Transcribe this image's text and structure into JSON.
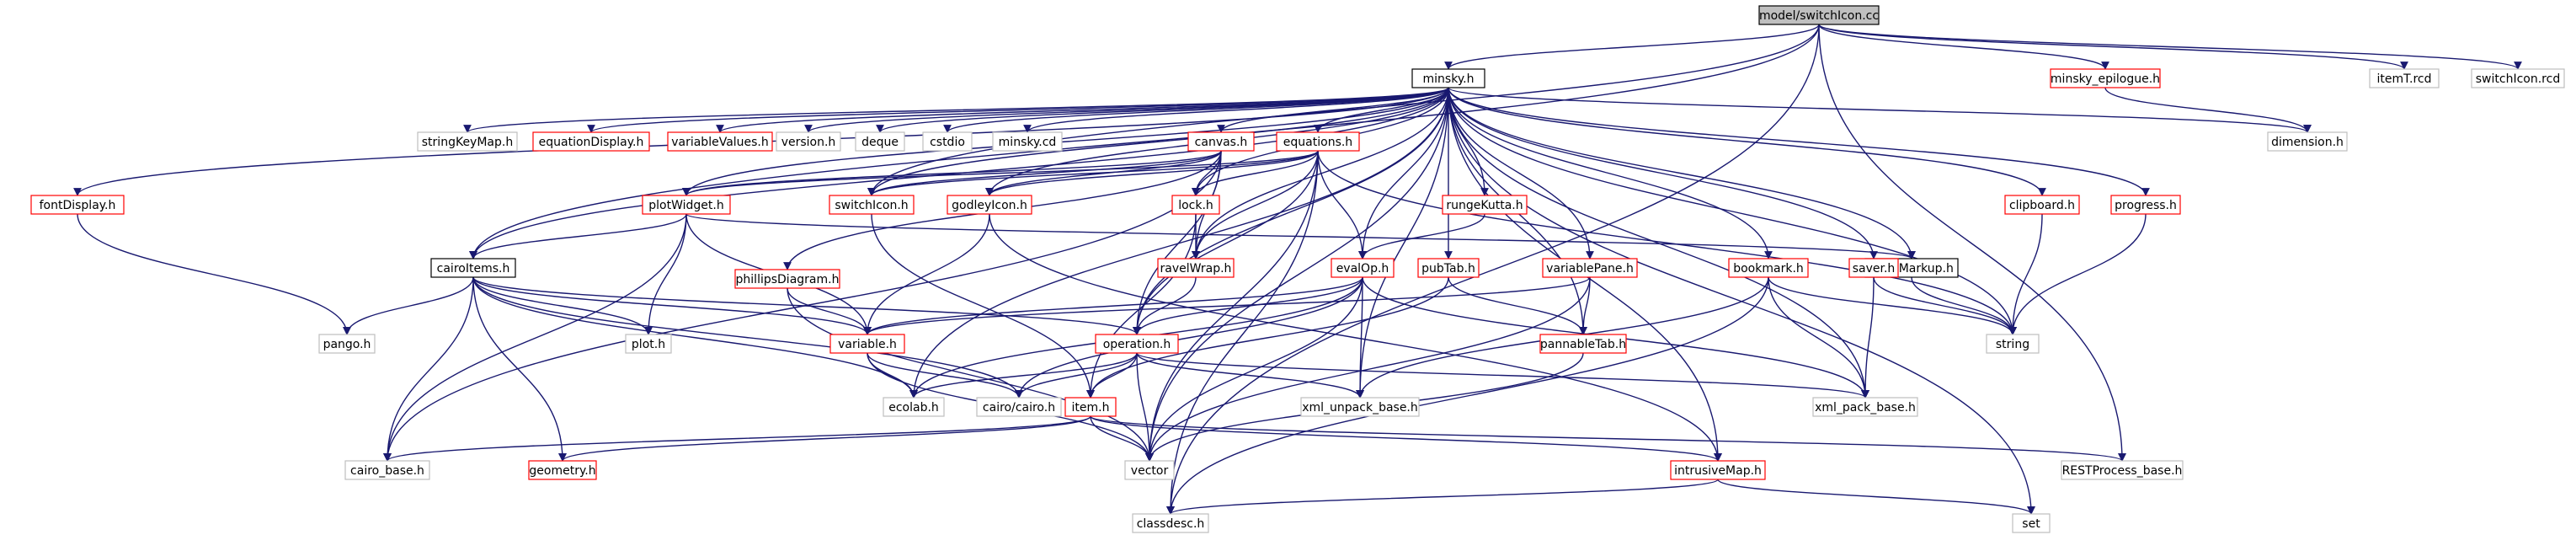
{
  "colors": {
    "edge": "#191970",
    "edge_gray": "#9a9a9a",
    "focus_fill": "#bfbfbf",
    "focus_border": "#000000",
    "documented_border": "#ff0000",
    "undocumented_border": "#bfbfbf"
  },
  "nodes": [
    {
      "id": "switchicon_cc",
      "label": "model/switchIcon.cc",
      "style": "focus"
    },
    {
      "id": "minsky_h",
      "label": "minsky.h",
      "style": "black"
    },
    {
      "id": "minsky_epilogue_h",
      "label": "minsky_epilogue.h",
      "style": "red"
    },
    {
      "id": "itemT_rcd",
      "label": "itemT.rcd",
      "style": "gray"
    },
    {
      "id": "switchicon_rcd",
      "label": "switchIcon.rcd",
      "style": "gray"
    },
    {
      "id": "stringkeymap_h",
      "label": "stringKeyMap.h",
      "style": "gray"
    },
    {
      "id": "equationdisplay_h",
      "label": "equationDisplay.h",
      "style": "red"
    },
    {
      "id": "variablevalues_h",
      "label": "variableValues.h",
      "style": "red"
    },
    {
      "id": "version_h",
      "label": "version.h",
      "style": "gray"
    },
    {
      "id": "deque",
      "label": "deque",
      "style": "gray"
    },
    {
      "id": "cstdio",
      "label": "cstdio",
      "style": "gray"
    },
    {
      "id": "minsky_cd",
      "label": "minsky.cd",
      "style": "gray"
    },
    {
      "id": "canvas_h",
      "label": "canvas.h",
      "style": "red"
    },
    {
      "id": "equations_h",
      "label": "equations.h",
      "style": "red"
    },
    {
      "id": "dimension_h",
      "label": "dimension.h",
      "style": "gray"
    },
    {
      "id": "fontdisplay_h",
      "label": "fontDisplay.h",
      "style": "red"
    },
    {
      "id": "plotwidget_h",
      "label": "plotWidget.h",
      "style": "red"
    },
    {
      "id": "switchicon_h",
      "label": "switchIcon.h",
      "style": "red"
    },
    {
      "id": "godleyicon_h",
      "label": "godleyIcon.h",
      "style": "red"
    },
    {
      "id": "lock_h",
      "label": "lock.h",
      "style": "red"
    },
    {
      "id": "rungekutta_h",
      "label": "rungeKutta.h",
      "style": "red"
    },
    {
      "id": "clipboard_h",
      "label": "clipboard.h",
      "style": "red"
    },
    {
      "id": "progress_h",
      "label": "progress.h",
      "style": "red"
    },
    {
      "id": "cairoitems_h",
      "label": "cairoItems.h",
      "style": "black"
    },
    {
      "id": "phillipsdiagram_h",
      "label": "phillipsDiagram.h",
      "style": "red"
    },
    {
      "id": "ravelwrap_h",
      "label": "ravelWrap.h",
      "style": "red"
    },
    {
      "id": "evalop_h",
      "label": "evalOp.h",
      "style": "red"
    },
    {
      "id": "pubtab_h",
      "label": "pubTab.h",
      "style": "red"
    },
    {
      "id": "variablepane_h",
      "label": "variablePane.h",
      "style": "red"
    },
    {
      "id": "latexmarkup_h",
      "label": "latexMarkup.h",
      "style": "black"
    },
    {
      "id": "bookmark_h",
      "label": "bookmark.h",
      "style": "red"
    },
    {
      "id": "saver_h",
      "label": "saver.h",
      "style": "red"
    },
    {
      "id": "pango_h",
      "label": "pango.h",
      "style": "gray"
    },
    {
      "id": "plot_h",
      "label": "plot.h",
      "style": "gray"
    },
    {
      "id": "variable_h",
      "label": "variable.h",
      "style": "red"
    },
    {
      "id": "operation_h",
      "label": "operation.h",
      "style": "red"
    },
    {
      "id": "panabletab_h",
      "label": "pannableTab.h",
      "style": "red"
    },
    {
      "id": "string",
      "label": "string",
      "style": "gray"
    },
    {
      "id": "ecolab_h",
      "label": "ecolab.h",
      "style": "gray"
    },
    {
      "id": "cairo_cairo_h",
      "label": "cairo/cairo.h",
      "style": "gray"
    },
    {
      "id": "xml_unpack_base_h",
      "label": "xml_unpack_base.h",
      "style": "gray"
    },
    {
      "id": "xml_pack_base_h",
      "label": "xml_pack_base.h",
      "style": "gray"
    },
    {
      "id": "item_h",
      "label": "item.h",
      "style": "red"
    },
    {
      "id": "cairo_base_h",
      "label": "cairo_base.h",
      "style": "gray"
    },
    {
      "id": "geometry_h",
      "label": "geometry.h",
      "style": "red"
    },
    {
      "id": "vector",
      "label": "vector",
      "style": "gray"
    },
    {
      "id": "restprocess_base_h",
      "label": "RESTProcess_base.h",
      "style": "gray"
    },
    {
      "id": "intrusivemap_h",
      "label": "intrusiveMap.h",
      "style": "red"
    },
    {
      "id": "classdesc_h",
      "label": "classdesc.h",
      "style": "gray"
    },
    {
      "id": "set",
      "label": "set",
      "style": "gray"
    }
  ],
  "edges": [
    [
      "switchicon_cc",
      "minsky_h"
    ],
    [
      "switchicon_cc",
      "minsky_epilogue_h"
    ],
    [
      "switchicon_cc",
      "itemT_rcd"
    ],
    [
      "switchicon_cc",
      "switchicon_rcd"
    ],
    [
      "switchicon_cc",
      "switchicon_h"
    ],
    [
      "switchicon_cc",
      "cairoitems_h"
    ],
    [
      "switchicon_cc",
      "classdesc_h"
    ],
    [
      "switchicon_cc",
      "restprocess_base_h"
    ],
    [
      "minsky_epilogue_h",
      "dimension_h"
    ],
    [
      "minsky_h",
      "stringkeymap_h"
    ],
    [
      "minsky_h",
      "equationdisplay_h"
    ],
    [
      "minsky_h",
      "variablevalues_h"
    ],
    [
      "minsky_h",
      "version_h"
    ],
    [
      "minsky_h",
      "deque"
    ],
    [
      "minsky_h",
      "cstdio"
    ],
    [
      "minsky_h",
      "minsky_cd"
    ],
    [
      "minsky_h",
      "canvas_h"
    ],
    [
      "minsky_h",
      "equations_h"
    ],
    [
      "minsky_h",
      "dimension_h"
    ],
    [
      "minsky_h",
      "fontdisplay_h"
    ],
    [
      "minsky_h",
      "plotwidget_h"
    ],
    [
      "minsky_h",
      "switchicon_h"
    ],
    [
      "minsky_h",
      "godleyicon_h"
    ],
    [
      "minsky_h",
      "lock_h"
    ],
    [
      "minsky_h",
      "rungekutta_h"
    ],
    [
      "minsky_h",
      "clipboard_h"
    ],
    [
      "minsky_h",
      "progress_h"
    ],
    [
      "minsky_h",
      "cairoitems_h"
    ],
    [
      "minsky_h",
      "ravelwrap_h"
    ],
    [
      "minsky_h",
      "evalop_h"
    ],
    [
      "minsky_h",
      "pubtab_h"
    ],
    [
      "minsky_h",
      "variablepane_h"
    ],
    [
      "minsky_h",
      "latexmarkup_h"
    ],
    [
      "minsky_h",
      "bookmark_h"
    ],
    [
      "minsky_h",
      "saver_h"
    ],
    [
      "minsky_h",
      "operation_h"
    ],
    [
      "minsky_h",
      "panabletab_h"
    ],
    [
      "minsky_h",
      "string"
    ],
    [
      "minsky_h",
      "ecolab_h"
    ],
    [
      "minsky_h",
      "xml_unpack_base_h"
    ],
    [
      "minsky_h",
      "xml_pack_base_h"
    ],
    [
      "minsky_h",
      "vector"
    ],
    [
      "minsky_h",
      "intrusivemap_h"
    ],
    [
      "minsky_h",
      "set"
    ],
    [
      "canvas_h",
      "plotwidget_h"
    ],
    [
      "canvas_h",
      "switchicon_h"
    ],
    [
      "canvas_h",
      "godleyicon_h"
    ],
    [
      "canvas_h",
      "lock_h"
    ],
    [
      "canvas_h",
      "ravelwrap_h"
    ],
    [
      "canvas_h",
      "phillipsdiagram_h"
    ],
    [
      "canvas_h",
      "cairo_base_h"
    ],
    [
      "canvas_h",
      "operation_h"
    ],
    [
      "equations_h",
      "plotwidget_h"
    ],
    [
      "equations_h",
      "switchicon_h"
    ],
    [
      "equations_h",
      "godleyicon_h"
    ],
    [
      "equations_h",
      "lock_h"
    ],
    [
      "equations_h",
      "ravelwrap_h"
    ],
    [
      "equations_h",
      "evalop_h"
    ],
    [
      "equations_h",
      "operation_h"
    ],
    [
      "equations_h",
      "vector"
    ],
    [
      "equations_h",
      "classdesc_h"
    ],
    [
      "equations_h",
      "string"
    ],
    [
      "fontdisplay_h",
      "pango_h"
    ],
    [
      "plotwidget_h",
      "cairoitems_h"
    ],
    [
      "plotwidget_h",
      "plot_h"
    ],
    [
      "plotwidget_h",
      "variable_h"
    ],
    [
      "plotwidget_h",
      "latexmarkup_h"
    ],
    [
      "plotwidget_h",
      "cairo_base_h"
    ],
    [
      "switchicon_h",
      "item_h"
    ],
    [
      "godleyicon_h",
      "variable_h"
    ],
    [
      "godleyicon_h",
      "intrusivemap_h"
    ],
    [
      "lock_h",
      "ravelwrap_h"
    ],
    [
      "lock_h",
      "item_h"
    ],
    [
      "rungekutta_h",
      "evalop_h"
    ],
    [
      "clipboard_h",
      "string"
    ],
    [
      "progress_h",
      "string"
    ],
    [
      "cairoitems_h",
      "pango_h"
    ],
    [
      "cairoitems_h",
      "plot_h"
    ],
    [
      "cairoitems_h",
      "variable_h"
    ],
    [
      "cairoitems_h",
      "operation_h"
    ],
    [
      "cairoitems_h",
      "cairo_base_h"
    ],
    [
      "cairoitems_h",
      "geometry_h"
    ],
    [
      "cairoitems_h",
      "ecolab_h"
    ],
    [
      "cairoitems_h",
      "cairo_cairo_h"
    ],
    [
      "phillipsdiagram_h",
      "variable_h"
    ],
    [
      "phillipsdiagram_h",
      "vector"
    ],
    [
      "ravelwrap_h",
      "operation_h"
    ],
    [
      "evalop_h",
      "operation_h"
    ],
    [
      "evalop_h",
      "variable_h"
    ],
    [
      "evalop_h",
      "ecolab_h"
    ],
    [
      "evalop_h",
      "cairo_cairo_h"
    ],
    [
      "evalop_h",
      "xml_unpack_base_h"
    ],
    [
      "evalop_h",
      "xml_pack_base_h"
    ],
    [
      "evalop_h",
      "vector"
    ],
    [
      "pubtab_h",
      "panabletab_h"
    ],
    [
      "pubtab_h",
      "item_h"
    ],
    [
      "variablepane_h",
      "panabletab_h"
    ],
    [
      "variablepane_h",
      "variable_h"
    ],
    [
      "variablepane_h",
      "vector"
    ],
    [
      "latexmarkup_h",
      "string"
    ],
    [
      "bookmark_h",
      "string"
    ],
    [
      "bookmark_h",
      "xml_unpack_base_h"
    ],
    [
      "bookmark_h",
      "xml_pack_base_h"
    ],
    [
      "bookmark_h",
      "classdesc_h"
    ],
    [
      "saver_h",
      "string"
    ],
    [
      "saver_h",
      "xml_pack_base_h"
    ],
    [
      "variable_h",
      "ecolab_h"
    ],
    [
      "variable_h",
      "cairo_cairo_h"
    ],
    [
      "variable_h",
      "vector"
    ],
    [
      "operation_h",
      "item_h"
    ],
    [
      "operation_h",
      "ecolab_h"
    ],
    [
      "operation_h",
      "cairo_cairo_h"
    ],
    [
      "operation_h",
      "xml_unpack_base_h"
    ],
    [
      "operation_h",
      "xml_pack_base_h"
    ],
    [
      "operation_h",
      "vector"
    ],
    [
      "panabletab_h",
      "vector"
    ],
    [
      "item_h",
      "cairo_base_h"
    ],
    [
      "item_h",
      "geometry_h"
    ],
    [
      "item_h",
      "vector"
    ],
    [
      "item_h",
      "restprocess_base_h"
    ],
    [
      "item_h",
      "intrusivemap_h"
    ],
    [
      "intrusivemap_h",
      "classdesc_h"
    ],
    [
      "intrusivemap_h",
      "set"
    ]
  ]
}
